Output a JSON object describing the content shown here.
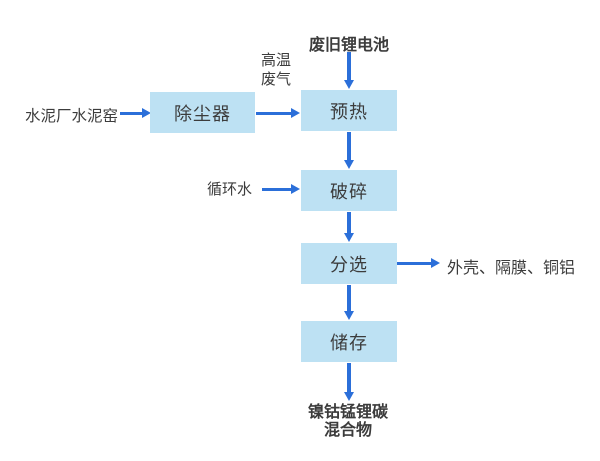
{
  "palette": {
    "box_fill": "#bde1f3",
    "arrow_blue": "#2b6fd9",
    "text_color": "#3c3c3c"
  },
  "labels": {
    "cement_kiln": "水泥厂水泥窑",
    "flue_gas_line1": "高温",
    "flue_gas_line2": "废气",
    "waste_battery": "废旧锂电池",
    "circulating_water": "循环水",
    "sort_byproducts": "外壳、隔膜、铜铝",
    "final_mixture_line1": "镍钴锰锂碳",
    "final_mixture_line2": "混合物"
  },
  "nodes": {
    "dust_remover": "除尘器",
    "preheat": "预热",
    "crush": "破碎",
    "sort": "分选",
    "store": "储存"
  }
}
